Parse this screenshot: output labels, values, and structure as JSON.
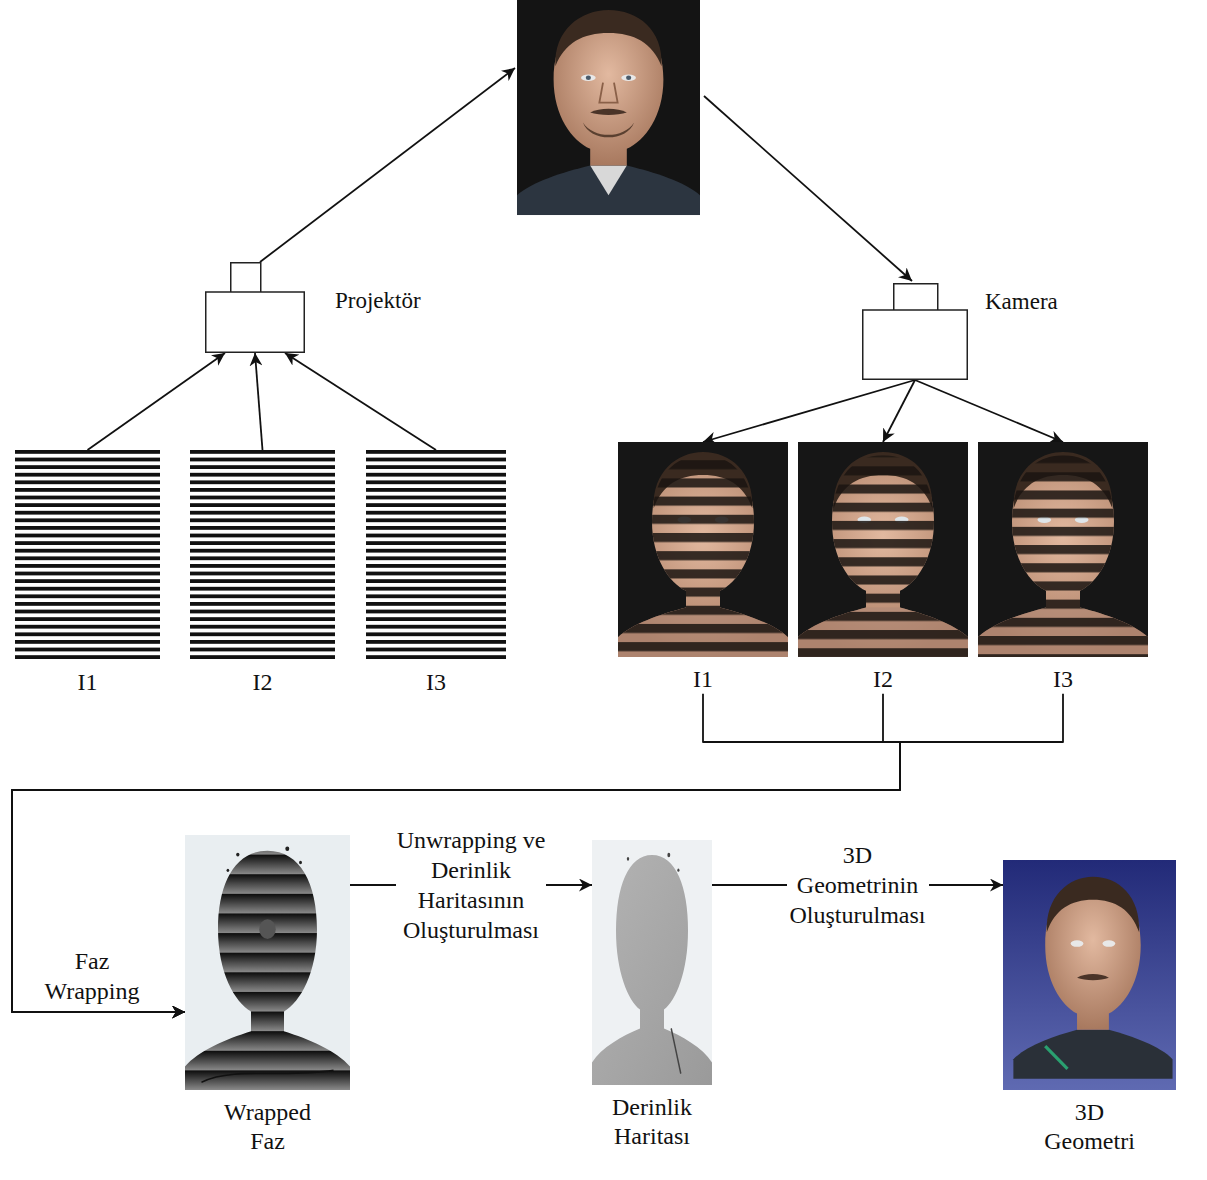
{
  "diagram": {
    "nodes": [
      {
        "text": [
          "Projektör"
        ]
      },
      {
        "text": [
          "Kamera"
        ]
      },
      {
        "text": [
          "I1"
        ]
      },
      {
        "text": [
          "I2"
        ]
      },
      {
        "text": [
          "I3"
        ]
      },
      {
        "text": [
          "I1"
        ]
      },
      {
        "text": [
          "I2"
        ]
      },
      {
        "text": [
          "I3"
        ]
      },
      {
        "text": [
          "Wrapped Faz"
        ]
      },
      {
        "text": [
          "Derinlik Haritası"
        ]
      },
      {
        "text": [
          "3D Geometri"
        ]
      }
    ],
    "edges": [
      {
        "from": 2,
        "to": 0,
        "arrow": "to"
      },
      {
        "from": 3,
        "to": 0,
        "arrow": "to"
      },
      {
        "from": 4,
        "to": 0,
        "arrow": "to"
      },
      {
        "from": 1,
        "to": 5,
        "arrow": "to"
      },
      {
        "from": 1,
        "to": 6,
        "arrow": "to"
      },
      {
        "from": 1,
        "to": 7,
        "arrow": "to"
      },
      {
        "from": 5,
        "to": 8,
        "arrow": "to",
        "label": "Faz Wrapping"
      },
      {
        "from": 6,
        "to": 8,
        "arrow": "to"
      },
      {
        "from": 7,
        "to": 8,
        "arrow": "to"
      },
      {
        "from": 8,
        "to": 9,
        "arrow": "to",
        "label": "Unwrapping ve Derinlik Haritasının Oluşturulması"
      },
      {
        "from": 9,
        "to": 10,
        "arrow": "to",
        "label": "3D Geometrinin Oluşturulması"
      }
    ]
  }
}
